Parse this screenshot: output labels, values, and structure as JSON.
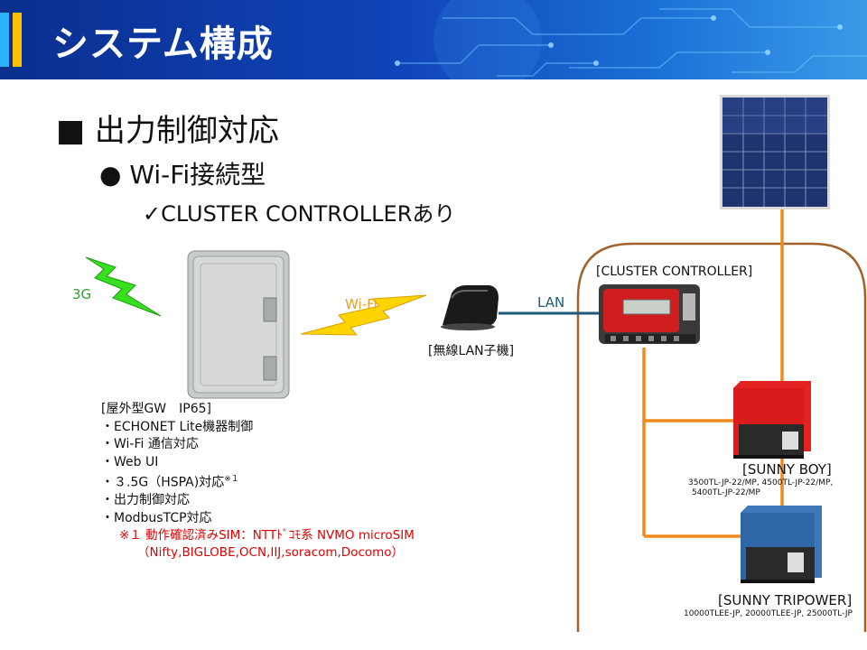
{
  "header": {
    "title": "システム構成"
  },
  "heading1": "■ 出力制御対応",
  "heading2": "● Wi-Fi接続型",
  "heading3": "✓CLUSTER CONTROLLERあり",
  "labels": {
    "g3": "3G",
    "wifi": "Wi-Fi",
    "lan": "LAN",
    "wireless_lan": "[無線LAN子機]",
    "cluster_controller": "[CLUSTER CONTROLLER]",
    "sunny_boy": "[SUNNY BOY]",
    "sunny_boy_models": [
      "3500TL-JP-22/MP, 4500TL-JP-22/MP,",
      "5400TL-JP-22/MP"
    ],
    "sunny_tripower": "[SUNNY TRIPOWER]",
    "sunny_tripower_models": "10000TLEE-JP, 20000TLEE-JP, 25000TL-JP"
  },
  "gateway": {
    "title": "[屋外型GW　IP65]",
    "features": [
      "・ECHONET Lite機器制御",
      "・Wi-Fi 通信対応",
      "・Web UI",
      "・３.5G（HSPA)対応",
      "・出力制御対応",
      "・ModbusTCP対応"
    ],
    "footnote_mark": "※１"
  },
  "note": {
    "line1": "※１ 動作確認済みSIM：NTTﾄﾞｺﾓ系 NVMO microSIM",
    "line2": "（Nifty,BIGLOBE,OCN,IIJ,soracom,Docomo）"
  },
  "colors": {
    "header_bg": "#1043b8",
    "accent_yellow": "#ffc000",
    "accent_cyan": "#2bb3ff",
    "wire_orange": "#f08a1c",
    "lan_line": "#1e5a7a",
    "lightning_green": "#36e01e",
    "lightning_yellow": "#ffd400",
    "note_red": "#e00000"
  }
}
